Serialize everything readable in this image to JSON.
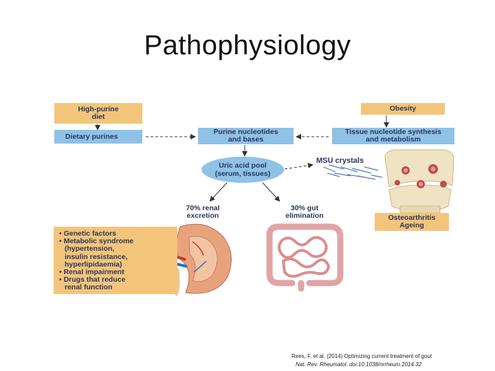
{
  "title": "Pathophysiology",
  "diagram": {
    "high_purine_diet": "High-purine diet",
    "dietary_purines": "Dietary purines",
    "purine_nucleotides": "Purine nucleotides and bases",
    "obesity": "Obesity",
    "tissue_nucleotide": "Tissue nucleotide synthesis and metabolism",
    "uric_acid_pool_line1": "Uric acid pool",
    "uric_acid_pool_line2": "(serum, tissues)",
    "msu_crystals": "MSU crystals",
    "renal_excretion_line1": "70% renal",
    "renal_excretion_line2": "excretion",
    "gut_elimination_line1": "30% gut",
    "gut_elimination_line2": "elimination",
    "osteoarthritis_line1": "Osteoarthritis",
    "osteoarthritis_line2": "Ageing",
    "risk_factors": [
      "• Genetic factors",
      "• Metabolic syndrome",
      "  (hypertension,",
      "  insulin resistance,",
      "  hyperlipidaemia)",
      "• Renal impairment",
      "• Drugs that reduce",
      "  renal function"
    ]
  },
  "citation": {
    "line1": "Rees, F. et al. (2014) Optimizing current treatment of gout",
    "line2": "Nat. Rev. Rheumatol. doi:10.1038/nrrheum.2014.32"
  },
  "colors": {
    "orange_box": "#f3c57a",
    "blue_box": "#8fc2e6",
    "text": "#2a3560"
  }
}
